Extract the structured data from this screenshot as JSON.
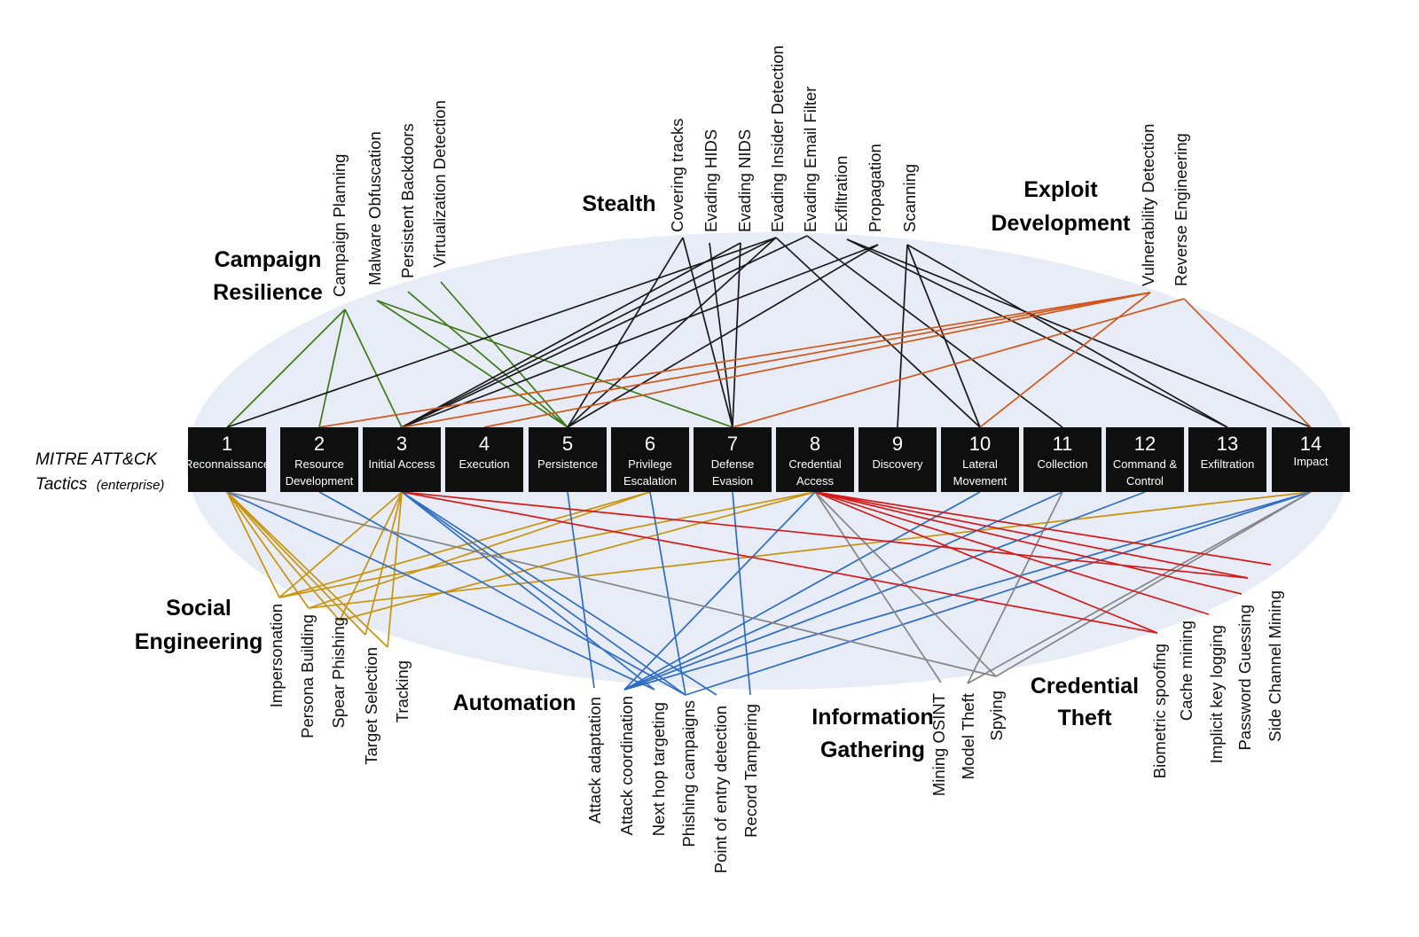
{
  "side_label": {
    "line1": "MITRE ATT&CK",
    "line2": "Tactics",
    "line2_sub": "(enterprise)"
  },
  "colors": {
    "campaign_resilience": "#3d7a17",
    "stealth": "#1a1a1a",
    "exploit_development": "#d2571b",
    "social_engineering": "#c9940d",
    "automation": "#2e6dc4",
    "information_gathering": "#858585",
    "credential_theft": "#d51a1a",
    "tactic_box": "#0f0f0f",
    "ellipse": "#e7ecf6"
  },
  "tactics": [
    {
      "id": 1,
      "num": "1",
      "lines": [
        "Reconnaissance"
      ]
    },
    {
      "id": 2,
      "num": "2",
      "lines": [
        "Resource",
        "Development"
      ]
    },
    {
      "id": 3,
      "num": "3",
      "lines": [
        "Initial Access"
      ]
    },
    {
      "id": 4,
      "num": "4",
      "lines": [
        "Execution"
      ]
    },
    {
      "id": 5,
      "num": "5",
      "lines": [
        "Persistence"
      ]
    },
    {
      "id": 6,
      "num": "6",
      "lines": [
        "Privilege",
        "Escalation"
      ]
    },
    {
      "id": 7,
      "num": "7",
      "lines": [
        "Defense",
        "Evasion"
      ]
    },
    {
      "id": 8,
      "num": "8",
      "lines": [
        "Credential",
        "Access"
      ]
    },
    {
      "id": 9,
      "num": "9",
      "lines": [
        "Discovery"
      ]
    },
    {
      "id": 10,
      "num": "10",
      "lines": [
        "Lateral",
        "Movement"
      ]
    },
    {
      "id": 11,
      "num": "11",
      "lines": [
        "Collection"
      ]
    },
    {
      "id": 12,
      "num": "12",
      "lines": [
        "Command &",
        "Control"
      ]
    },
    {
      "id": 13,
      "num": "13",
      "lines": [
        "Exfiltration"
      ]
    },
    {
      "id": 14,
      "num": "14",
      "lines": [
        "Impact"
      ]
    }
  ],
  "groups": [
    {
      "key": "campaign_resilience",
      "lines": [
        "Campaign",
        "Resilience"
      ],
      "position": "top",
      "techniques": [
        {
          "label": "Campaign Planning",
          "links": [
            1,
            2,
            3
          ]
        },
        {
          "label": "Malware Obfuscation",
          "links": [
            5,
            7
          ]
        },
        {
          "label": "Persistent Backdoors",
          "links": [
            5
          ]
        },
        {
          "label": "Virtualization Detection",
          "links": [
            5
          ]
        }
      ]
    },
    {
      "key": "stealth",
      "lines": [
        "Stealth"
      ],
      "position": "top",
      "techniques": [
        {
          "label": "Covering tracks",
          "links": [
            5,
            7
          ]
        },
        {
          "label": "Evading HIDS",
          "links": [
            7
          ]
        },
        {
          "label": "Evading NIDS",
          "links": [
            3,
            7
          ]
        },
        {
          "label": "Evading Insider Detection",
          "links": [
            1,
            3,
            5,
            10
          ]
        },
        {
          "label": "Evading Email Filter",
          "links": [
            3,
            11
          ]
        },
        {
          "label": "Exfiltration",
          "links": [
            13,
            14
          ]
        },
        {
          "label": "Propagation",
          "links": [
            3,
            5
          ]
        },
        {
          "label": "Scanning",
          "links": [
            9,
            10,
            13
          ]
        }
      ]
    },
    {
      "key": "exploit_development",
      "lines": [
        "Exploit",
        "Development"
      ],
      "position": "top",
      "techniques": [
        {
          "label": "Vulnerability Detection",
          "links": [
            2,
            3,
            4,
            10
          ]
        },
        {
          "label": "Reverse Engineering",
          "links": [
            7,
            14
          ]
        }
      ]
    },
    {
      "key": "social_engineering",
      "lines": [
        "Social",
        "Engineering"
      ],
      "position": "bottom",
      "techniques": [
        {
          "label": "Impersonation",
          "links": [
            1,
            3,
            6,
            8
          ]
        },
        {
          "label": "Persona Building",
          "links": [
            1,
            6,
            14
          ]
        },
        {
          "label": "Spear Phishing",
          "links": [
            1,
            3,
            8
          ]
        },
        {
          "label": "Target Selection",
          "links": [
            1,
            3
          ]
        },
        {
          "label": "Tracking",
          "links": [
            1,
            3
          ]
        }
      ]
    },
    {
      "key": "automation",
      "lines": [
        "Automation"
      ],
      "position": "bottom",
      "techniques": [
        {
          "label": "Attack adaptation",
          "links": [
            5
          ]
        },
        {
          "label": "Attack coordination",
          "links": [
            8,
            10,
            11,
            12,
            14
          ]
        },
        {
          "label": "Next hop targeting",
          "links": [
            1,
            3
          ]
        },
        {
          "label": "Phishing campaigns",
          "links": [
            2,
            3,
            6,
            14
          ]
        },
        {
          "label": "Point of entry detection",
          "links": [
            3
          ]
        },
        {
          "label": "Record Tampering",
          "links": [
            7
          ]
        }
      ]
    },
    {
      "key": "information_gathering",
      "lines": [
        "Information",
        "Gathering"
      ],
      "position": "bottom",
      "techniques": [
        {
          "label": "Mining OSINT",
          "links": [
            8
          ]
        },
        {
          "label": "Model Theft",
          "links": [
            11,
            14
          ]
        },
        {
          "label": "Spying",
          "links": [
            1,
            8,
            14
          ]
        }
      ]
    },
    {
      "key": "credential_theft",
      "lines": [
        "Credential",
        "Theft"
      ],
      "position": "bottom",
      "techniques": [
        {
          "label": "Biometric spoofing",
          "links": [
            3,
            8
          ]
        },
        {
          "label": "Cache mining",
          "links": [
            8
          ]
        },
        {
          "label": "Implicit key logging",
          "links": [
            8
          ]
        },
        {
          "label": "Password Guessing",
          "links": [
            3,
            8
          ]
        },
        {
          "label": "Side Channel Mining",
          "links": [
            8
          ]
        }
      ]
    }
  ]
}
